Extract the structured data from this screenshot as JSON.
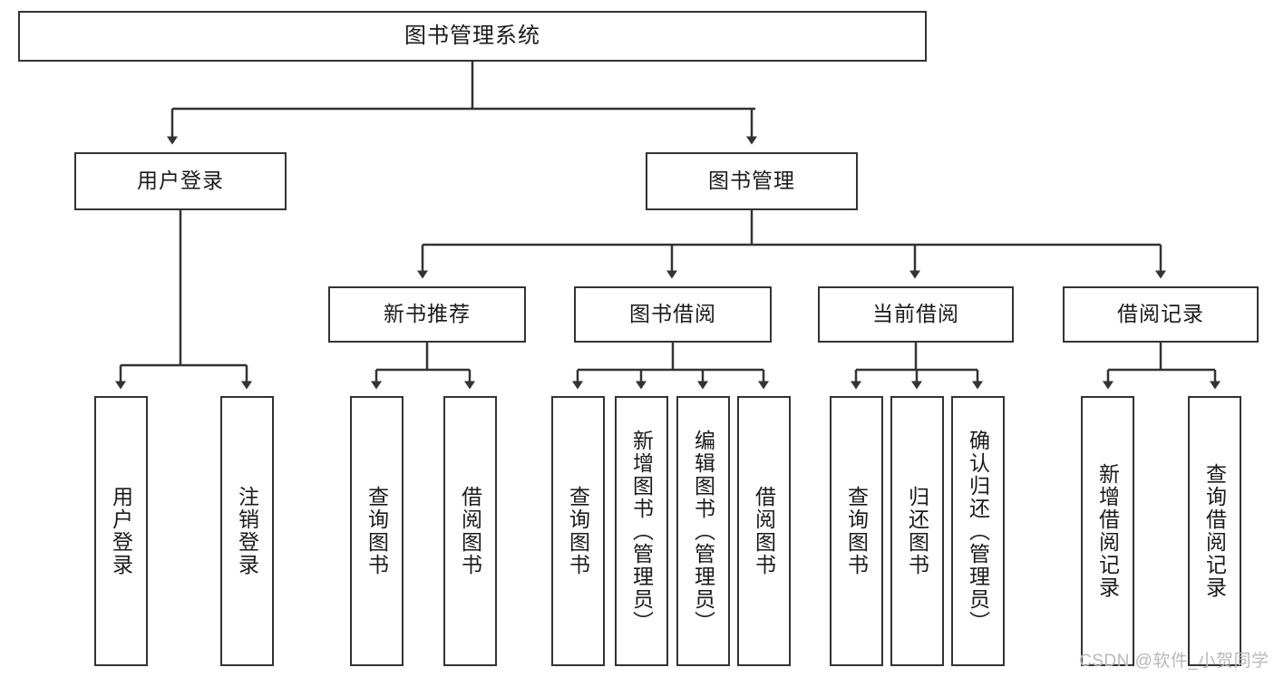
{
  "diagram": {
    "title": "图书管理系统",
    "type": "tree",
    "nodes": {
      "root": {
        "label": "图书管理系统"
      },
      "level2": [
        {
          "id": "user-login",
          "label": "用户登录"
        },
        {
          "id": "book-management",
          "label": "图书管理"
        }
      ],
      "level3": [
        {
          "id": "new-book-recommend",
          "label": "新书推荐",
          "parent": "book-management"
        },
        {
          "id": "book-borrow",
          "label": "图书借阅",
          "parent": "book-management"
        },
        {
          "id": "current-borrow",
          "label": "当前借阅",
          "parent": "book-management"
        },
        {
          "id": "borrow-record",
          "label": "借阅记录",
          "parent": "book-management"
        }
      ],
      "leaves": [
        {
          "id": "leaf-user-login",
          "label": "用户登录",
          "parent": "user-login"
        },
        {
          "id": "leaf-user-logout",
          "label": "注销登录",
          "parent": "user-login"
        },
        {
          "id": "leaf-query-book-1",
          "label": "查询图书",
          "parent": "new-book-recommend"
        },
        {
          "id": "leaf-borrow-book-1",
          "label": "借阅图书",
          "parent": "new-book-recommend"
        },
        {
          "id": "leaf-query-book-2",
          "label": "查询图书",
          "parent": "book-borrow"
        },
        {
          "id": "leaf-add-book",
          "label": "新增图书（管理员）",
          "parent": "book-borrow"
        },
        {
          "id": "leaf-edit-book",
          "label": "编辑图书（管理员）",
          "parent": "book-borrow"
        },
        {
          "id": "leaf-borrow-book-2",
          "label": "借阅图书",
          "parent": "book-borrow"
        },
        {
          "id": "leaf-query-book-3",
          "label": "查询图书",
          "parent": "current-borrow"
        },
        {
          "id": "leaf-return-book",
          "label": "归还图书",
          "parent": "current-borrow"
        },
        {
          "id": "leaf-confirm-return",
          "label": "确认归还（管理员）",
          "parent": "current-borrow"
        },
        {
          "id": "leaf-add-record",
          "label": "新增借阅记录",
          "parent": "borrow-record"
        },
        {
          "id": "leaf-query-record",
          "label": "查询借阅记录",
          "parent": "borrow-record"
        }
      ]
    },
    "colors": {
      "stroke": "#333333",
      "fill": "#ffffff",
      "text": "#1a1a1a",
      "watermark": "#b9b9b9"
    }
  },
  "watermark": {
    "text": "CSDN @软件_小贺同学"
  }
}
